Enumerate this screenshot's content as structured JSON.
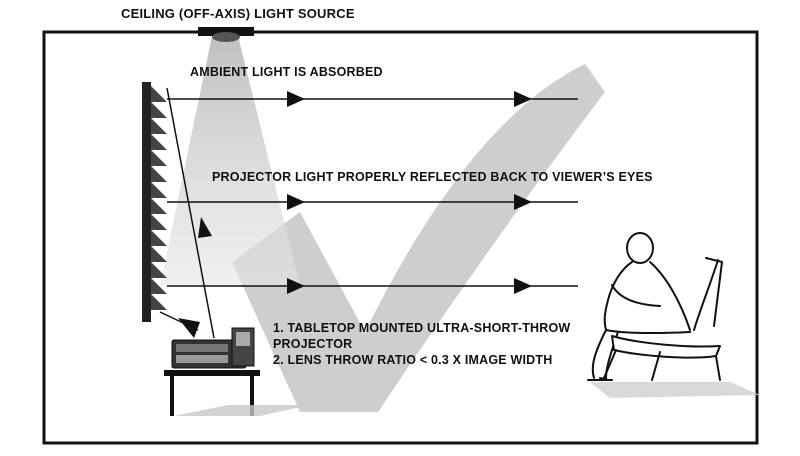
{
  "labels": {
    "ceiling_source": "CEILING (OFF-AXIS) LIGHT SOURCE",
    "ambient": "AMBIENT LIGHT IS ABSORBED",
    "projector_reflected": "PROJECTOR LIGHT PROPERLY REFLECTED BACK TO VIEWER’S EYES"
  },
  "notes": [
    "1. TABLETOP MOUNTED ULTRA-SHORT-THROW",
    "PROJECTOR",
    "2. LENS THROW RATIO < 0.3 X IMAGE WIDTH"
  ],
  "colors": {
    "line": "#111111",
    "checkmark": "#c8c8c8",
    "beam": "#d9d9d9",
    "screen": "#222222"
  }
}
